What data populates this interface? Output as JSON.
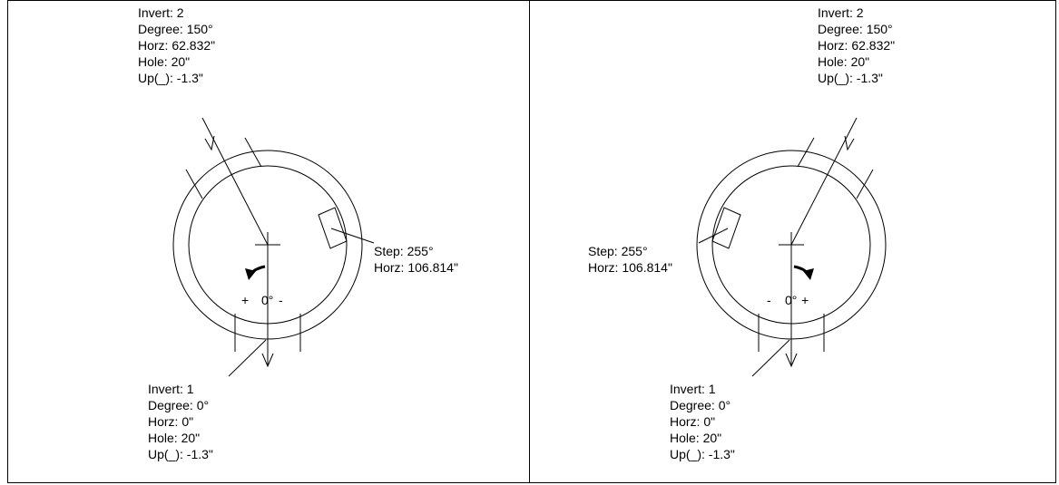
{
  "panels": [
    {
      "invert2": {
        "invert": "Invert: 2",
        "degree": "Degree: 150°",
        "horz": "Horz: 62.832\"",
        "hole": "Hole: 20\"",
        "up": "Up(_): -1.3\""
      },
      "invert1": {
        "invert": "Invert: 1",
        "degree": "Degree: 0°",
        "horz": "Horz: 0\"",
        "hole": "Hole: 20\"",
        "up": "Up(_): -1.3\""
      },
      "step": {
        "step": "Step: 255°",
        "horz": "Horz: 106.814\""
      },
      "zero_label": {
        "left": "+",
        "center": "0°",
        "right": "-"
      }
    },
    {
      "invert2": {
        "invert": "Invert: 2",
        "degree": "Degree: 150°",
        "horz": "Horz: 62.832\"",
        "hole": "Hole: 20\"",
        "up": "Up(_): -1.3\""
      },
      "invert1": {
        "invert": "Invert: 1",
        "degree": "Degree: 0°",
        "horz": "Horz: 0\"",
        "hole": "Hole: 20\"",
        "up": "Up(_): -1.3\""
      },
      "step": {
        "step": "Step: 255°",
        "horz": "Horz: 106.814\""
      },
      "zero_label": {
        "left": "-",
        "center": "0°",
        "right": "+"
      }
    }
  ]
}
